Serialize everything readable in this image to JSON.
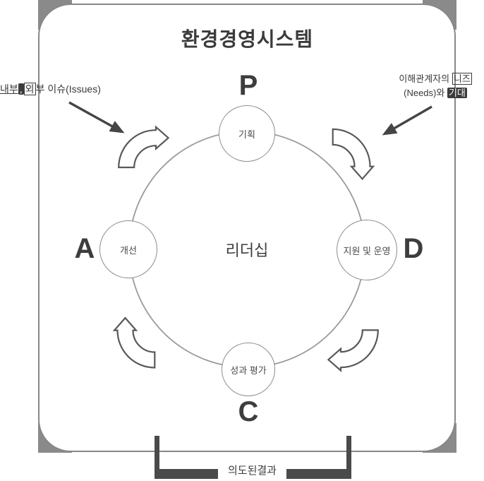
{
  "title": "환경경영시스템",
  "cycle": {
    "center_label": "리더십",
    "nodes": [
      {
        "letter": "P",
        "label": "기획"
      },
      {
        "letter": "D",
        "label": "지원 및 운영"
      },
      {
        "letter": "C",
        "label": "성과 평가"
      },
      {
        "letter": "A",
        "label": "개선"
      }
    ]
  },
  "annotations": {
    "left": {
      "part1": "내부",
      "part2": ",",
      "part3": "외",
      "part4": "부 이슈(Issues)"
    },
    "right": {
      "line1_text": "이해관계자의",
      "line1_highlight": "니즈",
      "line2_text": "(Needs)와",
      "line2_highlight": "기대"
    }
  },
  "bottom_bracket": {
    "label": "의도된결과"
  },
  "colors": {
    "frame_border": "#878787",
    "corner_fill": "#8a8a8a",
    "cycle_stroke": "#9a9a9a",
    "text_dark": "#3d3d3d",
    "arrow_dark": "#454545"
  }
}
